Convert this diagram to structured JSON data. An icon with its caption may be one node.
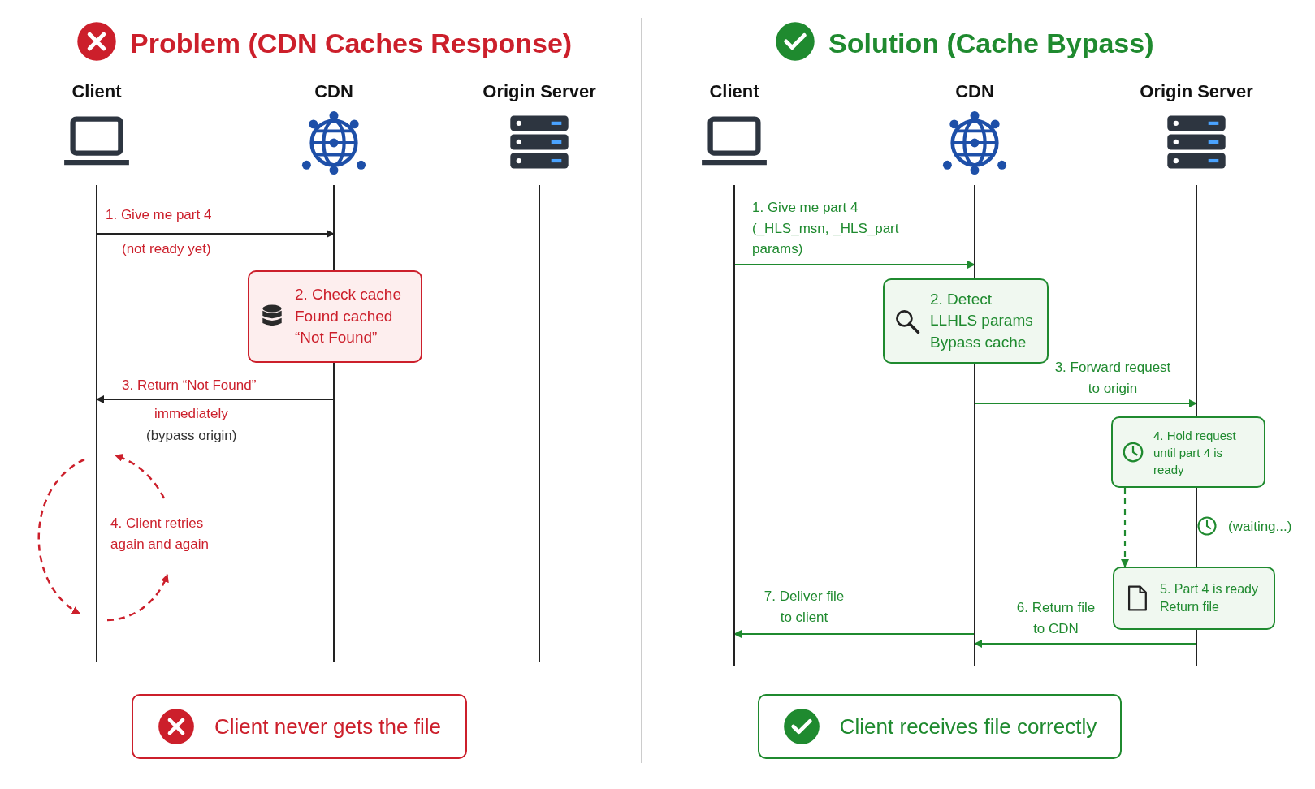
{
  "diagram": {
    "nodes": [
      {
        "text": [
          "Client"
        ]
      },
      {
        "text": [
          "CDN"
        ]
      },
      {
        "text": [
          "Origin Server"
        ]
      },
      {
        "text": [
          "2. Check cache",
          "Found cached “Not Found”"
        ]
      },
      {
        "text": [
          "Client never gets the file"
        ]
      },
      {
        "text": [
          "Client"
        ]
      },
      {
        "text": [
          "CDN"
        ]
      },
      {
        "text": [
          "Origin Server"
        ]
      },
      {
        "text": [
          "2. Detect LLHLS params",
          "Bypass cache"
        ]
      },
      {
        "text": [
          "4. Hold request until part 4 is ready"
        ]
      },
      {
        "text": [
          "5. Part 4 is ready",
          "Return file"
        ]
      },
      {
        "text": [
          "Client receives file correctly"
        ]
      }
    ],
    "edges": [
      {
        "from": 0,
        "to": 1,
        "arrow": "to",
        "label": "1. Give me part 4",
        "color": "#222222"
      },
      {
        "from": 1,
        "to": 0,
        "arrow": "to",
        "label": "3. Return “Not Found”",
        "color": "#222222"
      },
      {
        "from": 5,
        "to": 6,
        "arrow": "to",
        "label": "1. Give me part 4 (_HLS_msn, _HLS_part params)"
      },
      {
        "from": 6,
        "to": 7,
        "arrow": "to",
        "label": "3. Forward request to origin"
      },
      {
        "from": 9,
        "to": 10,
        "arrow": "to",
        "style": "dashed"
      },
      {
        "from": 7,
        "to": 6,
        "arrow": "to",
        "label": "6. Return file to CDN"
      },
      {
        "from": 6,
        "to": 5,
        "arrow": "to",
        "label": "7. Deliver file to client"
      }
    ],
    "labels": [
      "Problem (CDN Caches Response)",
      "(not ready yet)",
      "immediately",
      "(bypass origin)",
      "4. Client retries again and again",
      "Solution (Cache Bypass)",
      "(waiting...)"
    ]
  }
}
